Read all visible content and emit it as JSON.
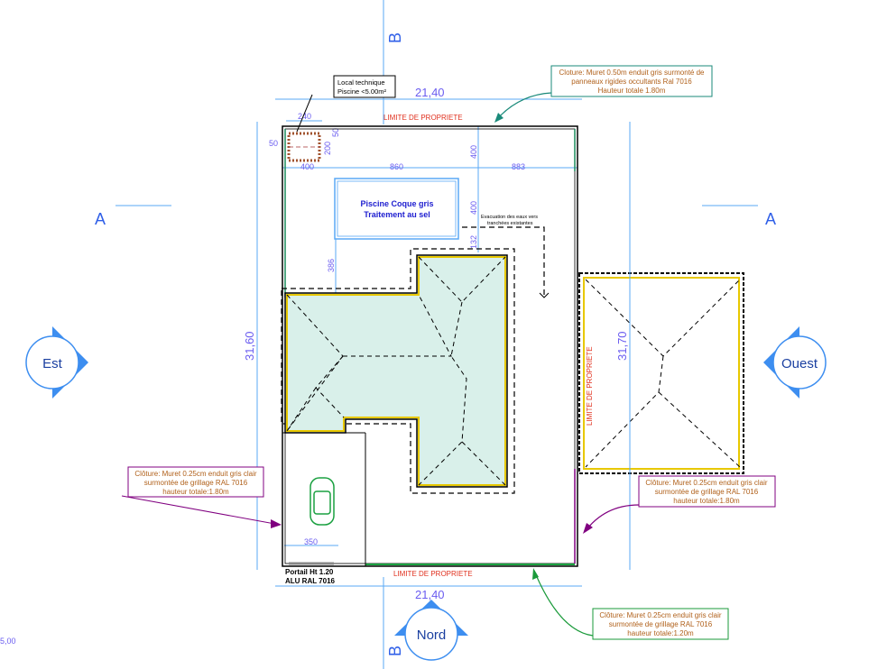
{
  "dimensions": {
    "width_top": "21,40",
    "width_bottom": "21,40",
    "height_left": "31,60",
    "height_right": "31,70",
    "d240": "240",
    "d50a": "50",
    "d50b": "50",
    "d200": "200",
    "d400a": "400",
    "d860": "860",
    "d883": "883",
    "d400b": "400",
    "d400c": "400",
    "d132": "132",
    "d386": "386",
    "d350": "350",
    "scale": "5,00"
  },
  "labels": {
    "local_l1": "Local technique",
    "local_l2": "Piscine <5.00m²",
    "pool_l1": "Piscine Coque gris",
    "pool_l2": "Traitement au sel",
    "evac_l1": "Evacuation des eaux vers",
    "evac_l2": "tranchées existantes",
    "limite_top": "LIMITE DE PROPRIETE",
    "limite_bottom": "LIMITE DE PROPRIETE",
    "limite_right": "LIMITE DE PROPRIETE",
    "portail_l1": "Portail Ht 1.20",
    "portail_l2": "ALU RAL 7016"
  },
  "notes": {
    "top": [
      "Cloture: Muret 0.50m enduit gris surmonté de",
      "panneaux rigides occultants Ral 7016",
      "Hauteur totale 1.80m"
    ],
    "left": [
      "Clôture: Muret 0.25cm enduit gris clair",
      "surmontée de grillage RAL 7016",
      "hauteur totale:1.80m"
    ],
    "right": [
      "Clôture: Muret 0.25cm enduit gris clair",
      "surmontée de grillage RAL 7016",
      "hauteur totale:1.80m"
    ],
    "bottom": [
      "Clôture: Muret 0.25cm enduit gris clair",
      "surmontée de grillage RAL 7016",
      "hauteur totale:1.20m"
    ]
  },
  "sections": {
    "a_left": "A",
    "a_right": "A",
    "b_top": "B",
    "b_bottom": "B"
  },
  "compass": {
    "est": "Est",
    "ouest": "Ouest",
    "nord": "Nord"
  },
  "colors": {
    "dimension": "#5aa9f5",
    "house_fill": "#d9f0ea",
    "limit": "#e0301e",
    "compass": "#3d8ef0"
  }
}
